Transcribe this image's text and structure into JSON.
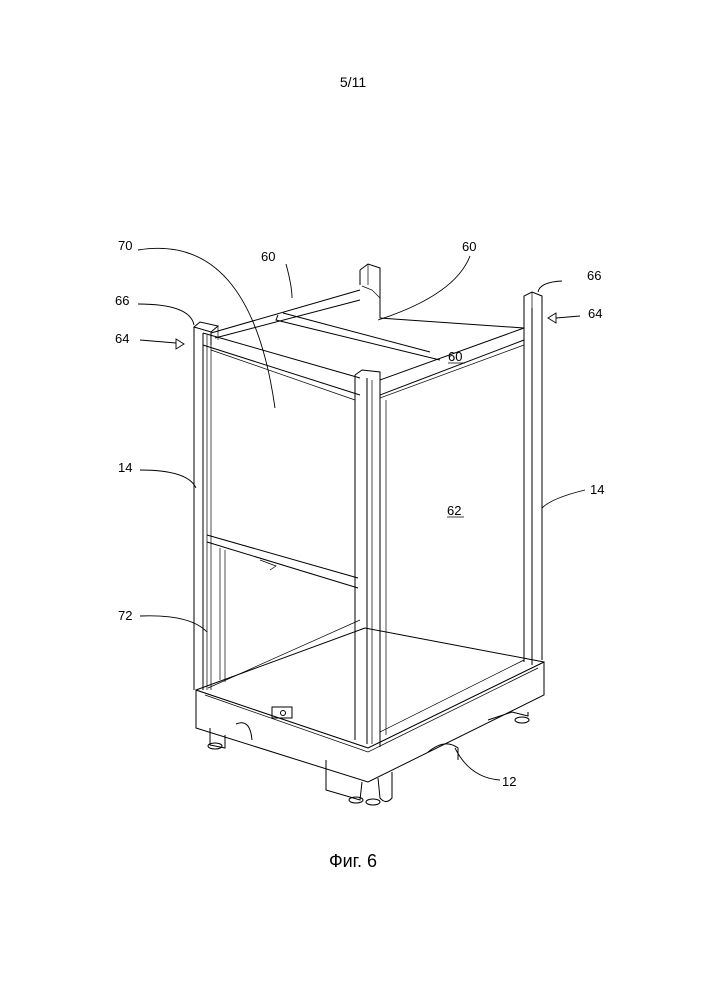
{
  "sheet": {
    "page_number": "5/11",
    "caption": "Фиг. 6"
  },
  "labels": {
    "l70": "70",
    "l60_left": "60",
    "l60_right": "60",
    "l60_front": "60",
    "l66_left": "66",
    "l66_right": "66",
    "l64_left": "64",
    "l64_right": "64",
    "l14_left": "14",
    "l14_right": "14",
    "l62": "62",
    "l72": "72",
    "l12": "12"
  }
}
